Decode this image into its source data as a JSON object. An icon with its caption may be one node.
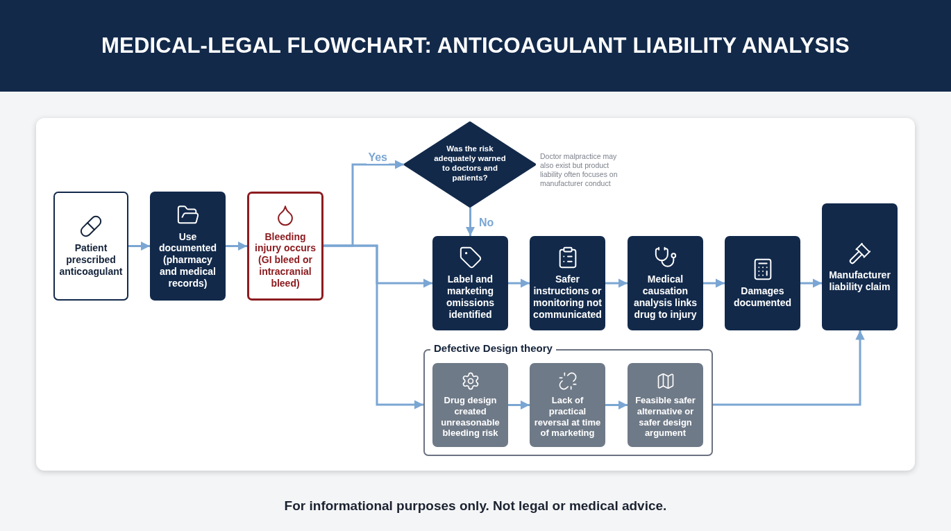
{
  "diagram": {
    "title": "MEDICAL-LEGAL FLOWCHART: ANTICOAGULANT LIABILITY ANALYSIS",
    "nodes": [
      {
        "text": [
          "Patient prescribed anticoagulant"
        ]
      },
      {
        "text": [
          "Use documented (pharmacy and medical records)"
        ]
      },
      {
        "text": [
          "Bleeding injury occurs (GI bleed or intracranial bleed)"
        ]
      },
      {
        "text": [
          "Was the risk adequately warned to doctors and patients?"
        ],
        "beside": [
          "Doctor malpractice may also exist but product liability often focuses on manufacturer conduct"
        ]
      },
      {
        "text": [
          "Label and marketing omissions identified"
        ]
      },
      {
        "text": [
          "Safer instructions or monitoring not communicated"
        ]
      },
      {
        "text": [
          "Medical causation analysis links drug to injury"
        ]
      },
      {
        "text": [
          "Damages documented"
        ]
      },
      {
        "text": [
          "Manufacturer liability claim"
        ]
      },
      {
        "text": [
          "Defective Design theory"
        ]
      },
      {
        "text": [
          "Drug design created unreasonable bleeding risk"
        ],
        "in": 9
      },
      {
        "text": [
          "Lack of practical reversal at time of marketing"
        ],
        "in": 9
      },
      {
        "text": [
          "Feasible safer alternative or safer design argument"
        ],
        "in": 9
      }
    ],
    "edges": [
      {
        "from": 0,
        "to": 1,
        "arrow": "to"
      },
      {
        "from": 1,
        "to": 2,
        "arrow": "to"
      },
      {
        "from": 2,
        "to": 3,
        "arrow": "to",
        "label": "Yes"
      },
      {
        "from": 3,
        "to": 4,
        "arrow": "to",
        "label": "No"
      },
      {
        "from": 2,
        "to": 4,
        "arrow": "to"
      },
      {
        "from": 2,
        "to": 9,
        "arrow": "to"
      },
      {
        "from": 4,
        "to": 5,
        "arrow": "to"
      },
      {
        "from": 5,
        "to": 6,
        "arrow": "to"
      },
      {
        "from": 6,
        "to": 7,
        "arrow": "to"
      },
      {
        "from": 7,
        "to": 8,
        "arrow": "to"
      },
      {
        "from": 10,
        "to": 11,
        "arrow": "to"
      },
      {
        "from": 11,
        "to": 12,
        "arrow": "to"
      },
      {
        "from": 9,
        "to": 8,
        "arrow": "to"
      }
    ],
    "labels": [
      "For informational purposes only. Not legal or medical advice."
    ]
  }
}
